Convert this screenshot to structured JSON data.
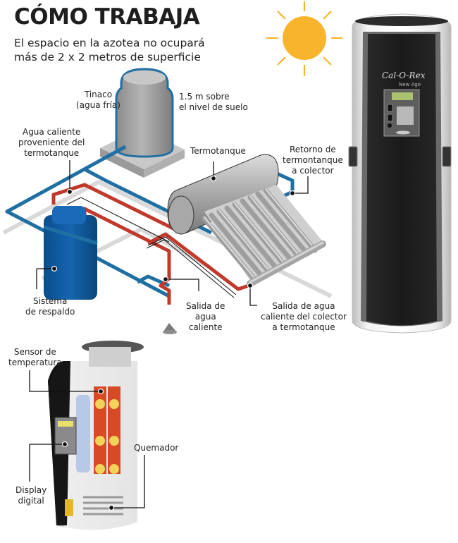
{
  "header": {
    "title": "CÓMO TRABAJA",
    "subtitle_lines": [
      "El espacio en la azotea no ocupará",
      "más de 2 x 2 metros de superficie"
    ]
  },
  "diagram_labels": {
    "tinaco": [
      "Tinaco",
      "(agua fría)"
    ],
    "altura": [
      "1.5 m sobre",
      "el nivel de suelo"
    ],
    "agua_caliente_termotanque": [
      "Agua caliente",
      "proveniente del",
      "termotanque"
    ],
    "termotanque": [
      "Termotanque"
    ],
    "retorno": [
      "Retorno de",
      "termontanque",
      "a colector"
    ],
    "sistema_respaldo": [
      "Sistema",
      "de respaldo"
    ],
    "salida_agua_caliente": [
      "Salida de",
      "agua",
      "caliente"
    ],
    "salida_colector": [
      "Salida de agua",
      "caliente del colector",
      "a termotanque"
    ]
  },
  "heater_labels": {
    "sensor": [
      "Sensor de",
      "temperatura"
    ],
    "display": [
      "Display",
      "digital"
    ],
    "quemador": [
      "Quemador"
    ]
  },
  "product": {
    "brand": "Cal-O-Rex",
    "model": "New Age"
  },
  "colors": {
    "hot_pipe": "#c0392b",
    "cold_pipe": "#1f6fa3",
    "backup_tank": "#0d5aa0",
    "sun": "#f7b42c",
    "tank_gray": "#9a9a9a"
  }
}
